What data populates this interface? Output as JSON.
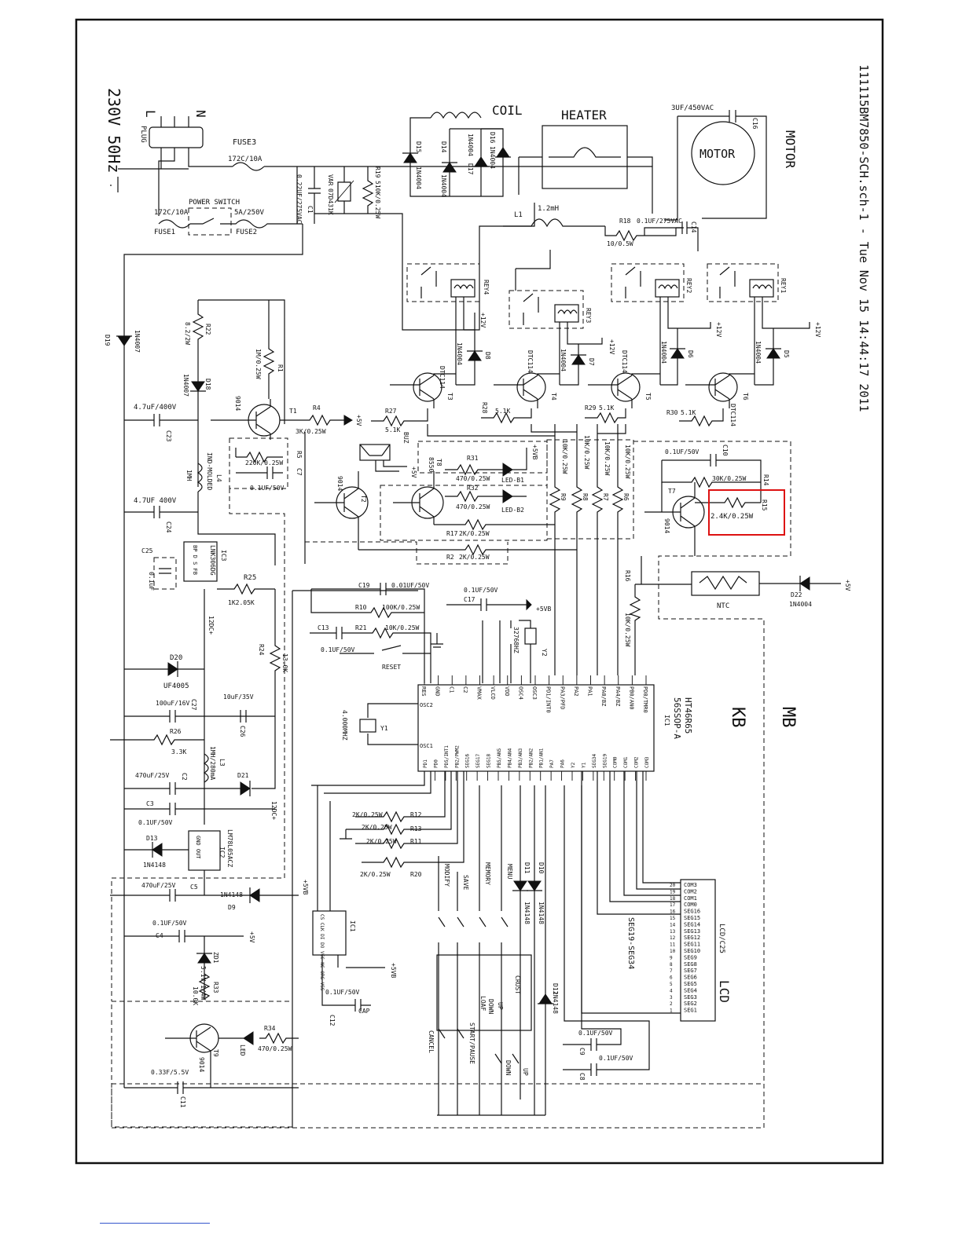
{
  "header": {
    "title": "111115BM7850-SCH.sch-1 - Tue Nov 15 14:44:17 2011"
  },
  "power": {
    "mains": "230V 50Hz",
    "line": "L",
    "neutral": "N",
    "plug": "PLUG",
    "fuse3": "FUSE3",
    "fuse3_rating": "172C/10A",
    "fuse1": "FUSE1",
    "fuse1_rating": "172C/10A",
    "fuse2": "FUSE2",
    "fuse2_rating": "5A/250V",
    "power_switch": "POWER SWITCH",
    "c1": "C1",
    "c1_value": "0.22UF/275VAC",
    "var": "VAR",
    "var_value": "07D431K",
    "r19": "R19",
    "r19_value": "510K/0.25W"
  },
  "top": {
    "coil": "COIL",
    "heater": "HEATER",
    "motor_label": "MOTOR",
    "motor": "MOTOR",
    "c16": "C16",
    "c16_value": "3UF/450VAC",
    "l1": "L1",
    "l1_value": "1.2mH",
    "r18": "R18",
    "r18_value": "10/0.5W",
    "c14": "C14",
    "c14_value": "0.1UF/275VAC",
    "d15": "D15",
    "d14": "D14",
    "d16": "D16",
    "d17": "D17",
    "d_1n4004": "1N4004"
  },
  "relays": {
    "rey4": "REY4",
    "rey3": "REY3",
    "rey2": "REY2",
    "rey1": "REY1",
    "p12v": "+12V",
    "d8": "D8",
    "d7": "D7",
    "d6": "D6",
    "d5": "D5",
    "diode": "1N4004"
  },
  "drivers": {
    "dtc": "DTC114",
    "t3": "T3",
    "t4": "T4",
    "t5": "T5",
    "t6": "T6",
    "r27": "R27",
    "r27_value": "5.1K",
    "r28": "R28",
    "r28_value": "5.1K",
    "r29": "R29",
    "r29_value": "5.1K",
    "r30": "R30",
    "r30_value": "5.1K",
    "r9": "R9",
    "r9_value": "10K/0.25W",
    "r8": "R8",
    "r8_value": "10K/0.25W",
    "r7": "R7",
    "r7_value": "10K/0.25W",
    "r6": "R6",
    "r6_value": "10K/0.25W"
  },
  "left": {
    "r22": "R22",
    "r22_value": "8.2/2W",
    "d19": "D19",
    "d19_value": "1N4007",
    "d18": "D18",
    "d18_value": "1N4007",
    "c23": "C23",
    "c23_value": "4.7uF/400V",
    "l4": "L4",
    "l4_value": "1MH",
    "l4_type": "IND-MOLDED",
    "c24": "C24",
    "c24_value": "4.7UF 400V",
    "c25": "C25",
    "c25_value": "0.1uF",
    "ic3": "IC3",
    "ic3_value": "LNK306DG",
    "ic3_pins": "BP D S FB",
    "r25": "R25",
    "r25_value": "1K2.05K",
    "v12": "12DC+",
    "r24": "R24",
    "r24_value": "13.0K",
    "d20": "D20",
    "d20_value": "UF4005",
    "c27": "C27",
    "c27_value": "100uF/16V",
    "c26": "C26",
    "c26_value": "10uF/35V",
    "r26": "R26",
    "r26_value": "3.3K",
    "l3": "L3",
    "l3_value": "1MH/280mA",
    "c2": "C2",
    "c2_value": "470uF/25V",
    "d21": "D21",
    "c3": "C3",
    "c3_value": "0.1UF/50V",
    "ic2": "IC2",
    "ic2_value": "LM78L05ACZ",
    "ic2_pins": "GND OUT",
    "d13": "D13",
    "d13_value": "1N4148",
    "c5": "C5",
    "c5_value": "470uF/25V",
    "d9": "D9",
    "d9_value": "1N4148",
    "v5vb": "+5VB",
    "c4": "C4",
    "c4_value": "0.1UF/50V",
    "v5": "+5V",
    "zd1": "ZD1",
    "zd1_value": "5.1V 1/4W",
    "r33": "R33",
    "r33_value": "10.0K",
    "t9": "T9",
    "t9_value": "9014",
    "r34": "R34",
    "r34_value": "470/0.25W",
    "led": "LED",
    "c11": "C11",
    "c11_value": "0.33F/5.5V"
  },
  "mid": {
    "r1": "R1",
    "r1_value": "1M/0.25W",
    "t1": "T1",
    "t1_value": "9014",
    "r4": "R4",
    "r4_value": "3K/0.25W",
    "r5": "R5",
    "r5_value": "220K/0.25W",
    "c7": "C7",
    "c7_value": "0.1UF/50V",
    "buz": "BUZ",
    "t2": "T2",
    "t2_value": "9014",
    "t8": "T8",
    "t8_value": "8550",
    "r31": "R31",
    "r31_value": "470/0.25W",
    "r32": "R32",
    "r32_value": "470/0.25W",
    "led_b1": "LED-B1",
    "led_b2": "LED-B2",
    "r17": "R17",
    "r17_value": "2K/0.25W",
    "r2": "R2",
    "r2_value": "2K/0.25W",
    "c10": "C10",
    "c10_value": "0.1UF/50V",
    "r14": "R14",
    "r14_value": "30K/0.25W",
    "r15": "R15",
    "r15_value": "2.4K/0.25W",
    "t7": "T7",
    "t7_value": "9014",
    "r16": "R16",
    "r16_value": "10K/0.25W",
    "ntc": "NTC",
    "d22": "D22",
    "d22_value": "1N4004"
  },
  "mcu": {
    "mb": "MB",
    "kb": "KB",
    "name": "HT46R65",
    "pkg": "56SSOP-A",
    "ic1": "IC1",
    "c19": "C19",
    "c19_value": "0.01UF/50V",
    "r10": "R10",
    "r10_value": "100K/0.25W",
    "c17": "C17",
    "c17_value": "0.1UF/50V",
    "c13": "C13",
    "c13_value": "0.1UF/50V",
    "r21": "R21",
    "r21_value": "10K/0.25W",
    "reset": "RESET",
    "y2": "Y2",
    "y2_value": "32768HZ",
    "y1": "Y1",
    "y1_value": "4.000MHZ",
    "pins_top": [
      "RES",
      "GND",
      "C1",
      "C2",
      "VMAX",
      "VLCD",
      "VDD",
      "OSC4",
      "OSC3",
      "PD1/INT0",
      "PA3/PFD",
      "PA2",
      "PA1",
      "PA0/BZ",
      "PA4/BZ",
      "PB0/AN0",
      "PD0/TMR0"
    ],
    "pins_left": [
      "OSC2",
      "OSC1"
    ],
    "pins_bottom": [
      "PD1",
      "PD0",
      "PD5/INT1",
      "PB2/PWM2",
      "SEG16",
      "SEG17",
      "SEG18",
      "PB5/AN5",
      "PB4/AN4",
      "PB3/AN3",
      "PB2/AN2",
      "PB1/AN1",
      "PA7",
      "PA6",
      "Y2",
      "Y1",
      "SEG34",
      "SEG19",
      "COM0",
      "COM1",
      "COM2",
      "COM3"
    ]
  },
  "kb": {
    "r12": "R12",
    "r12_value": "2K/0.25W",
    "r13": "R13",
    "r13_value": "2K/0.25W",
    "r11": "R11",
    "r11_value": "2K/0.25W",
    "r20": "R20",
    "r20_value": "2K/0.25W",
    "modify": "MODIFY",
    "save": "SAVE",
    "memory": "MEMORY",
    "menu": "MENU",
    "d11": "D11",
    "d10": "D10",
    "d12": "D12",
    "d_1n4148": "1N4148",
    "crust": "CRUST",
    "loaf": "LOAF",
    "up": "UP",
    "down": "DOWN",
    "cancel": "CANCEL",
    "start": "START/PAUSE",
    "ic1": "IC1",
    "ic1_pins": "CS CLK DI DO VCC NC ORG VSS",
    "c12": "C12",
    "c12_value": "0.1UF/50V",
    "cap": "CAP",
    "c9": "C9",
    "c9_value": "0.1UF/50V",
    "c8": "C8",
    "c8_value": "0.1UF/50V"
  },
  "lcd": {
    "title": "LCD",
    "name": "LCD/C25",
    "range": "SEG19-SEG34",
    "pins": [
      "COM3",
      "COM2",
      "COM1",
      "COM0",
      "SEG16",
      "SEG15",
      "SEG14",
      "SEG13",
      "SEG12",
      "SEG11",
      "SEG10",
      "SEG9",
      "SEG8",
      "SEG7",
      "SEG6",
      "SEG5",
      "SEG4",
      "SEG3",
      "SEG2",
      "SEG1"
    ]
  }
}
